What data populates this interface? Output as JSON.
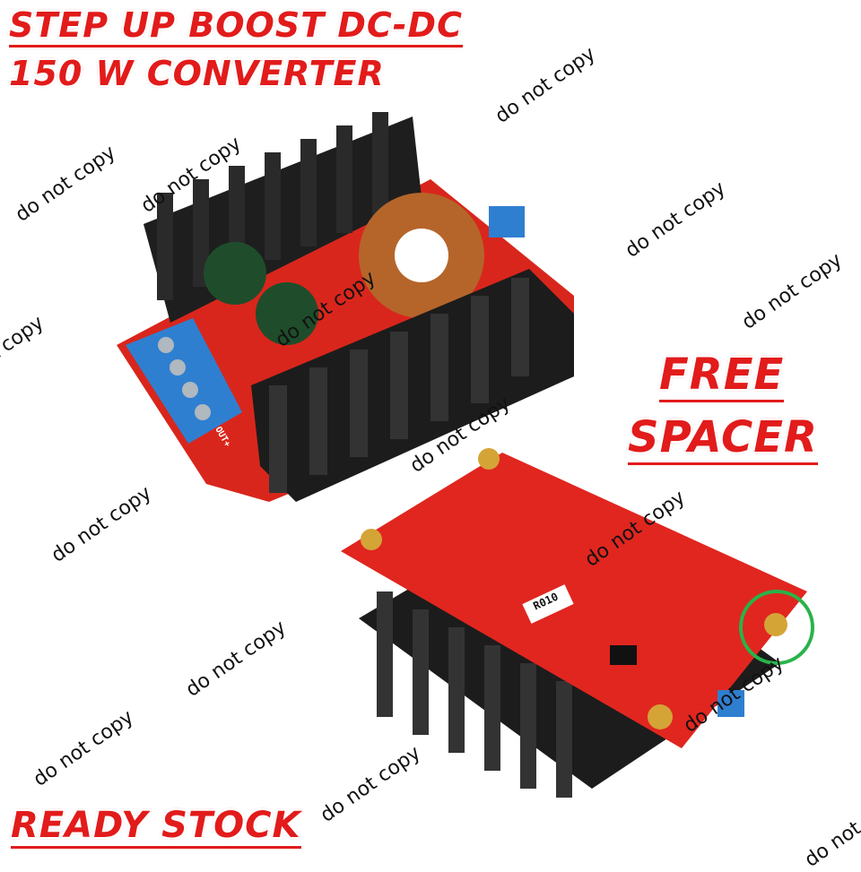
{
  "title": {
    "line1": "STEP UP BOOST DC-DC",
    "line2": "150 W CONVERTER"
  },
  "badge": {
    "line1": "FREE",
    "line2": "SPACER"
  },
  "footer": {
    "text": "READY STOCK"
  },
  "watermark": "do not copy",
  "board_labels": {
    "resistor": "R010",
    "out_plus": "OUT+"
  },
  "colors": {
    "promo_text": "#e21b1b",
    "pcb": "#e0261f",
    "heatsink": "#1c1c1c",
    "terminal": "#2f7fd0",
    "highlight_circle": "#29b34a"
  }
}
